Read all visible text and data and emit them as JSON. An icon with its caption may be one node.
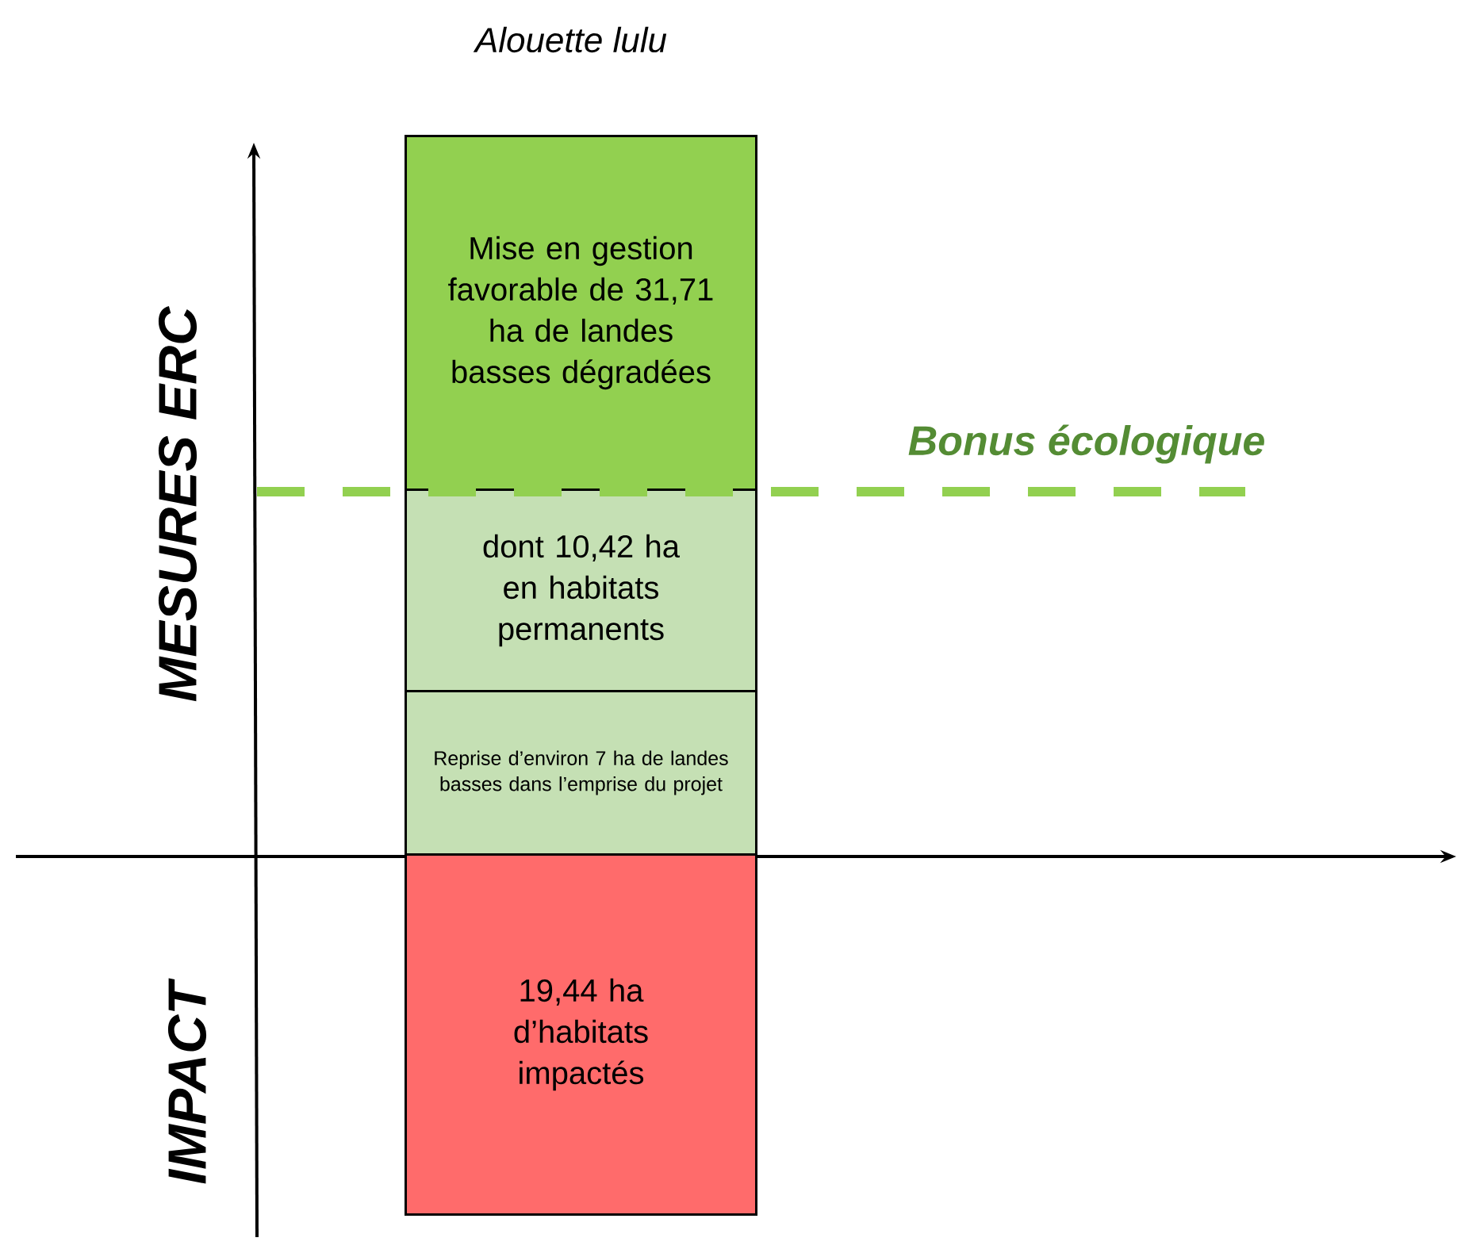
{
  "diagram": {
    "title": "Alouette lulu",
    "nodes": [
      {
        "text": [
          "Mise en gestion favorable de 31,71 ha de landes basses dégradées"
        ]
      },
      {
        "text": [
          "dont 10,42 ha en habitats permanents"
        ]
      },
      {
        "text": [
          "Reprise d’environ 7 ha de landes basses dans l’emprise du projet"
        ]
      },
      {
        "text": [
          "19,44 ha d’habitats impactés"
        ]
      }
    ],
    "labels": [
      "MESURES ERC",
      "IMPACT",
      "Bonus écologique"
    ]
  }
}
